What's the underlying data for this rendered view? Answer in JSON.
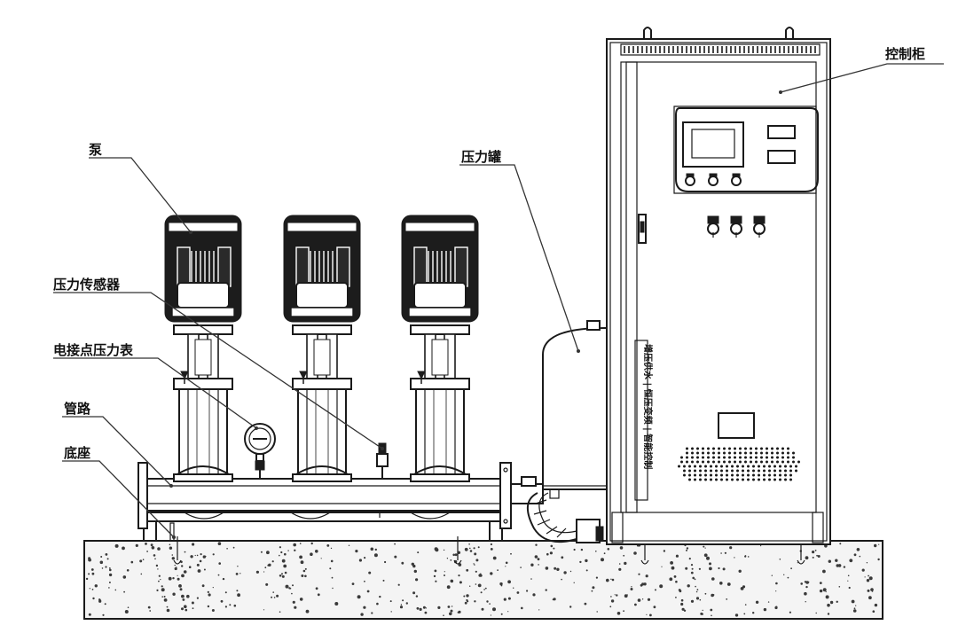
{
  "labels": {
    "pump": "泵",
    "pressure_sensor": "压力传感器",
    "contact_gauge": "电接点压力表",
    "pipeline": "管路",
    "base": "底座",
    "pressure_tank": "压力罐",
    "control_cabinet": "控制柜"
  },
  "panel": {
    "vertical_text": "增压供水 | 恒压变频 | 智能控制"
  },
  "colors": {
    "line": "#1a1a1a",
    "concrete": "#f4f4f4",
    "background": "#ffffff"
  }
}
